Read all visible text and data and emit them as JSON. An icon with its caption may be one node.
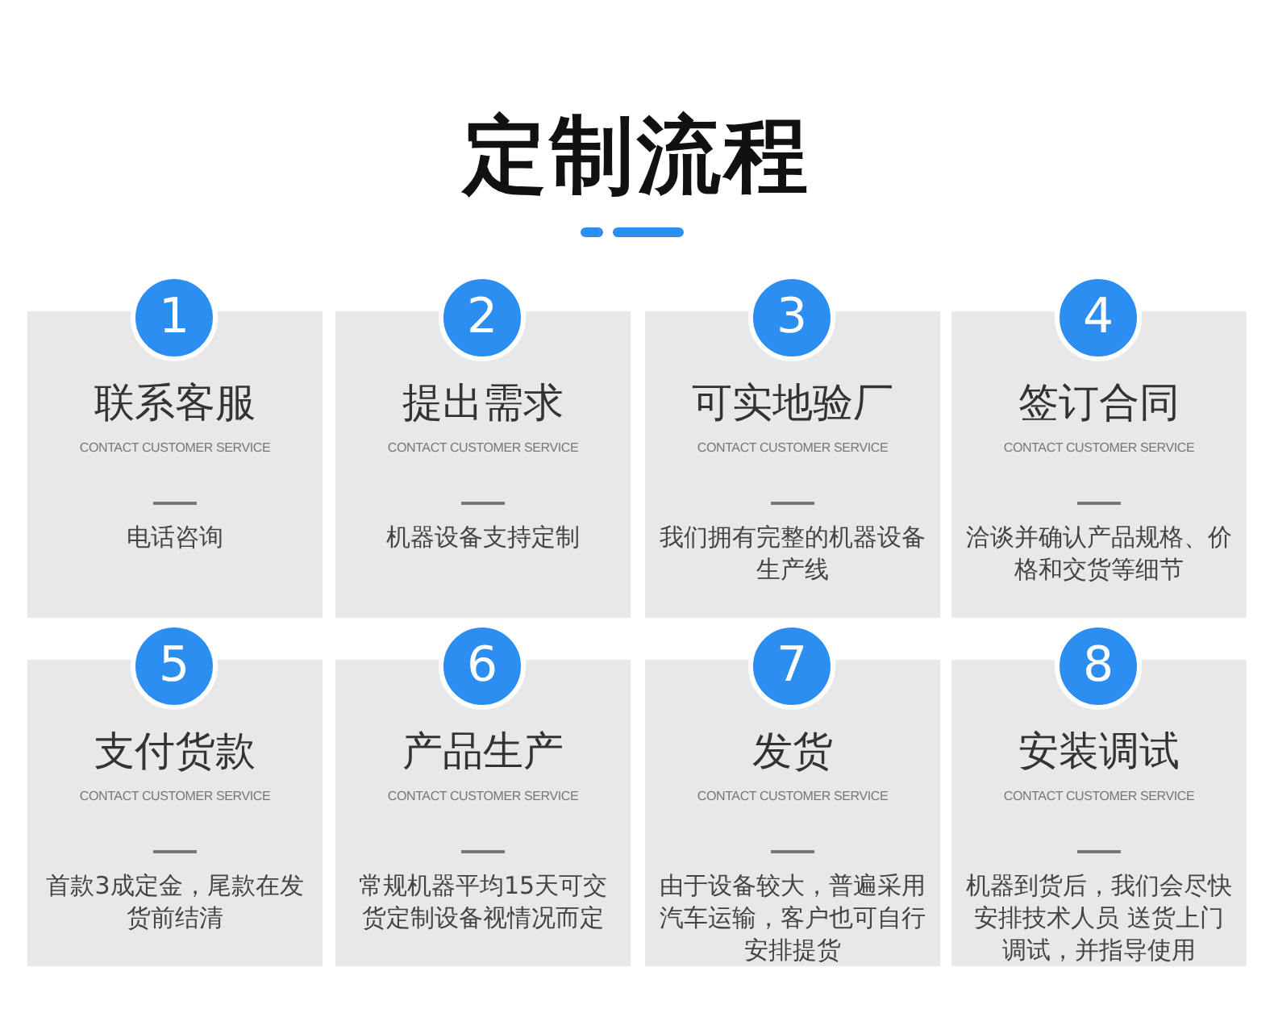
{
  "diagram": {
    "title": "定制流程",
    "nodes": [
      {
        "text": [
          "1"
        ]
      },
      {
        "text": [
          "联系客服",
          "CONTACT CUSTOMER SERVICE",
          "电话咨询"
        ]
      },
      {
        "text": [
          "2"
        ]
      },
      {
        "text": [
          "提出需求",
          "CONTACT CUSTOMER SERVICE",
          "机器设备支持定制"
        ]
      },
      {
        "text": [
          "3"
        ]
      },
      {
        "text": [
          "可实地验厂",
          "CONTACT CUSTOMER SERVICE",
          "我们拥有完整的机器设备生产线"
        ]
      },
      {
        "text": [
          "4"
        ]
      },
      {
        "text": [
          "签订合同",
          "CONTACT CUSTOMER SERVICE",
          "洽谈并确认产品规格、价格和交货等细节"
        ]
      },
      {
        "text": [
          "5"
        ]
      },
      {
        "text": [
          "支付货款",
          "CONTACT CUSTOMER SERVICE",
          "首款3成定金，尾款在发货前结清"
        ]
      },
      {
        "text": [
          "6"
        ]
      },
      {
        "text": [
          "产品生产",
          "CONTACT CUSTOMER SERVICE",
          "常规机器平均15天可交货定制设备视情况而定"
        ]
      },
      {
        "text": [
          "7"
        ]
      },
      {
        "text": [
          "发货",
          "CONTACT CUSTOMER SERVICE",
          "由于设备较大，普遍采用汽车运输，客户也可自行安排提货"
        ]
      },
      {
        "text": [
          "8"
        ]
      },
      {
        "text": [
          "安装调试",
          "CONTACT CUSTOMER SERVICE",
          "机器到货后，我们会尽快安排技术人员 送货上门调试，并指导使用"
        ]
      }
    ]
  }
}
